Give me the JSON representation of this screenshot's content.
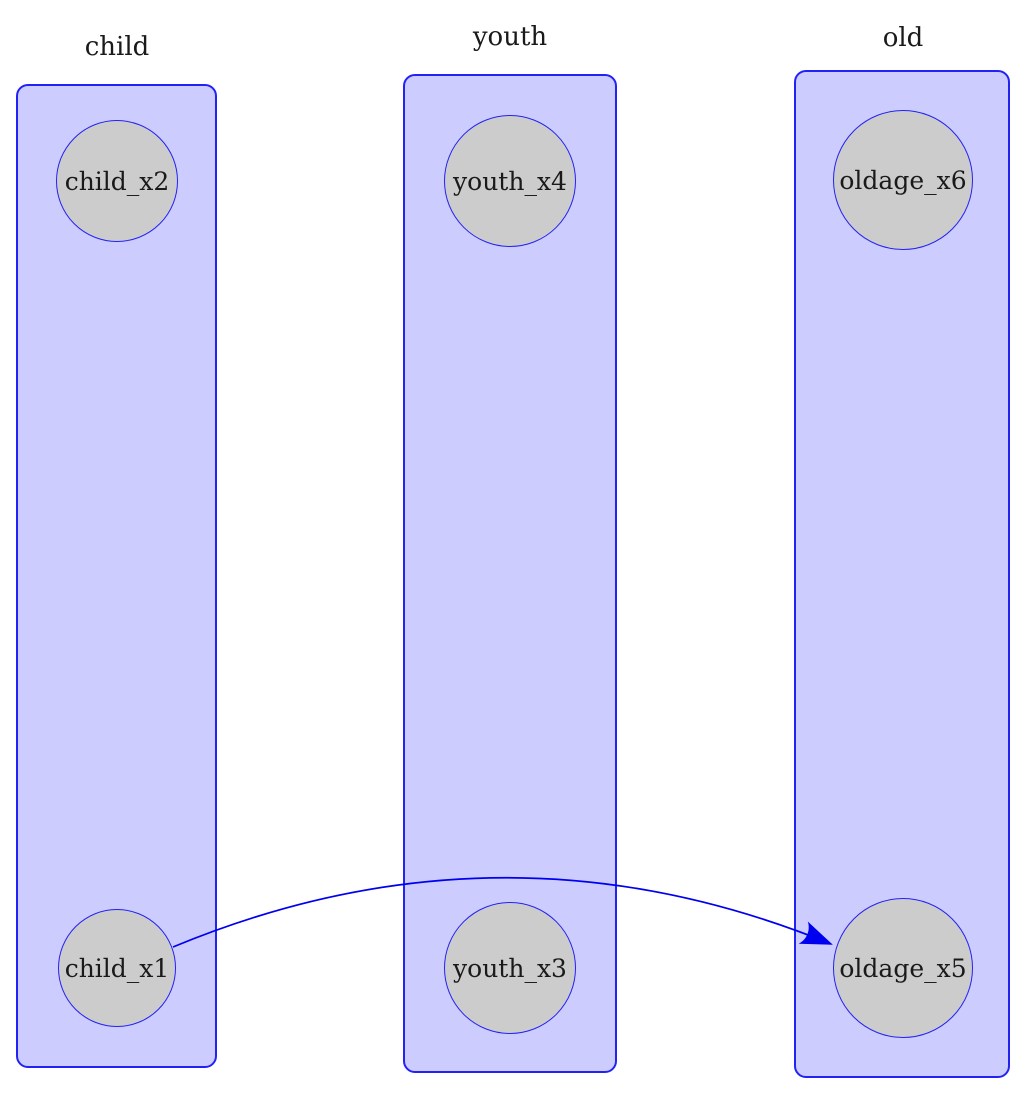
{
  "diagram": {
    "groups": [
      {
        "label": "child",
        "nodes": [
          {
            "label": "child_x2"
          },
          {
            "label": "child_x1"
          }
        ]
      },
      {
        "label": "youth",
        "nodes": [
          {
            "label": "youth_x4"
          },
          {
            "label": "youth_x3"
          }
        ]
      },
      {
        "label": "old",
        "nodes": [
          {
            "label": "oldage_x6"
          },
          {
            "label": "oldage_x5"
          }
        ]
      }
    ],
    "edges": [
      {
        "from": "child_x1",
        "to": "oldage_x5",
        "type": "curved-arrow",
        "direction": "left-to-right"
      }
    ],
    "colors": {
      "background": "#ffffff",
      "container_fill": "#ccccff",
      "container_border": "#2222f5",
      "node_fill": "#cccccc",
      "node_border": "#2222f5",
      "edge": "#0000f0",
      "text": "#1a1a1a"
    }
  }
}
